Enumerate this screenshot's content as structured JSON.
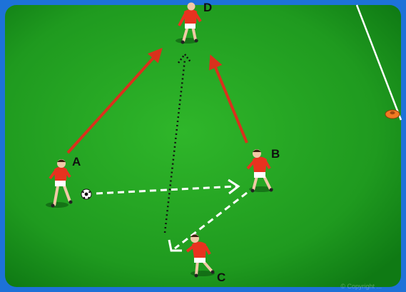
{
  "diagram": {
    "colors": {
      "frame": "#1d72d8",
      "pitch_light": "#2fb62a",
      "pitch_dark": "#0f7a14",
      "pass_arrow": "#ffffff",
      "run_arrow": "#d9311c",
      "dribble_path": "#111111",
      "player_kit": "#e8321f",
      "cone": "#f07a22"
    },
    "players": [
      {
        "id": "A",
        "label": "A"
      },
      {
        "id": "B",
        "label": "B"
      },
      {
        "id": "C",
        "label": "C"
      },
      {
        "id": "D",
        "label": "D"
      }
    ],
    "movements": [
      {
        "type": "pass",
        "style": "white-dashed",
        "from": "A",
        "to": "B"
      },
      {
        "type": "pass",
        "style": "white-dashed",
        "from": "B",
        "to": "C"
      },
      {
        "type": "run",
        "style": "red-solid",
        "from": "A",
        "to": "D"
      },
      {
        "type": "run",
        "style": "red-solid",
        "from": "B",
        "to": "D"
      },
      {
        "type": "run",
        "style": "black-dotted",
        "from": "C",
        "to": "D"
      }
    ],
    "ball": {
      "holder": "A",
      "icon": "soccer-ball-icon"
    },
    "cone": {
      "icon": "cone-icon"
    },
    "sideline": {
      "visible": true
    },
    "copyright": "© Copyright ..."
  }
}
